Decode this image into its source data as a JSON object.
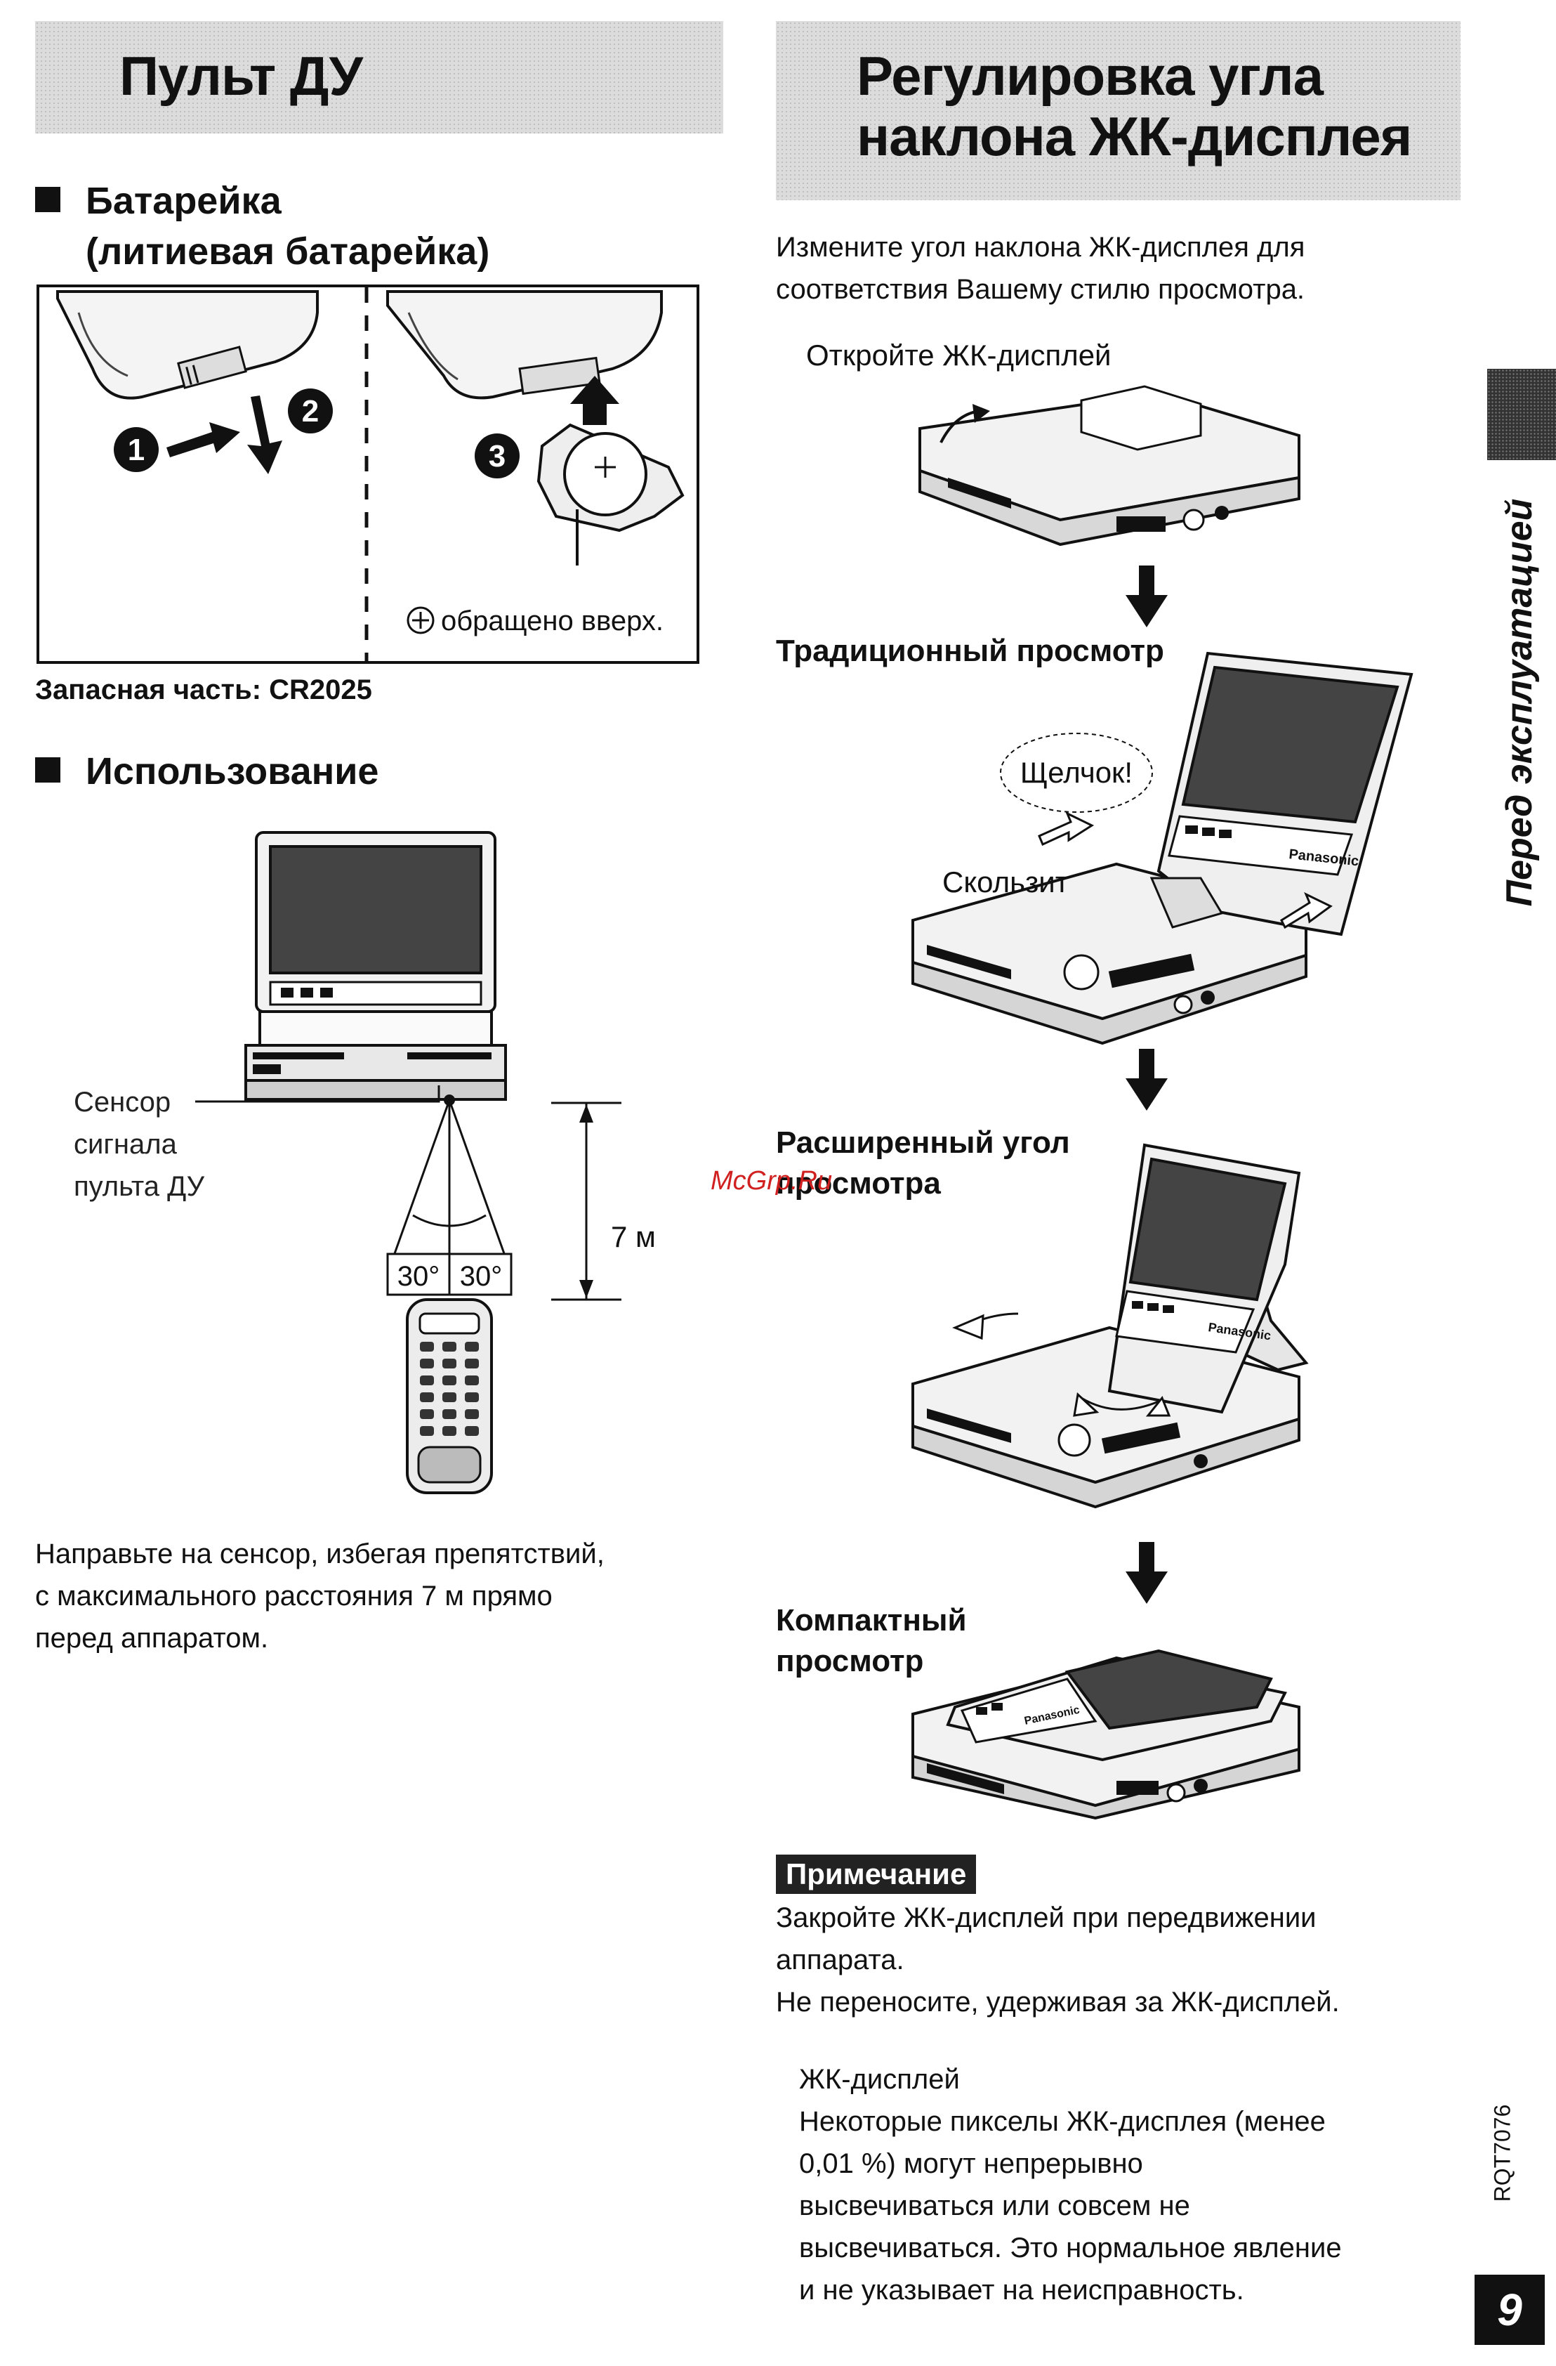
{
  "left": {
    "title": "Пульт ДУ",
    "battery_heading_line1": "Батарейка",
    "battery_heading_line2": "(литиевая батарейка)",
    "step1": "1",
    "step2": "2",
    "step3": "3",
    "plus_up": "обращено вверх.",
    "spare_part_label": "Запасная часть:",
    "spare_part_value": "CR2025",
    "usage_heading": "Использование",
    "sensor_line1": "Сенсор",
    "sensor_line2": "сигнала",
    "sensor_line3": "пульта ДУ",
    "angle_left": "30°",
    "angle_right": "30°",
    "distance": "7 м",
    "usage_text_line1": "Направьте на сенсор, избегая препятствий,",
    "usage_text_line2": "с максимального расстояния 7 м прямо",
    "usage_text_line3": "перед аппаратом."
  },
  "right": {
    "title_line1": "Регулировка угла",
    "title_line2": "наклона ЖК-дисплея",
    "intro_line1": "Измените угол наклона ЖК-дисплея для",
    "intro_line2": "соответствия Вашему стилю просмотра.",
    "open_lcd": "Откройте ЖК-дисплей",
    "traditional": "Традиционный просмотр",
    "click": "Щелчок!",
    "slides": "Скользит",
    "extended_line1": "Расширенный угол",
    "extended_line2": "просмотра",
    "watermark": "McGrp.Ru",
    "compact_line1": "Компактный",
    "compact_line2": "просмотр",
    "note_label": "Примечание",
    "note_line1": "Закройте ЖК-дисплей при передвижении",
    "note_line2": "аппарата.",
    "note_line3": "Не переносите, удерживая за ЖК-дисплей.",
    "lcd_heading": "ЖК-дисплей",
    "lcd_line1": "Некоторые пикселы ЖК-дисплея (менее",
    "lcd_line2": "0,01 %) могут непрерывно",
    "lcd_line3": "высвечиваться или совсем не",
    "lcd_line4": "высвечиваться. Это нормальное явление",
    "lcd_line5": "и не указывает на неисправность.",
    "brand": "Panasonic"
  },
  "side": {
    "section": "Перед эксплуатацией",
    "doc_code": "RQT7076",
    "page_number": "9"
  },
  "colors": {
    "watermark": "#d02020",
    "title_bg": "#dcdcdc"
  }
}
